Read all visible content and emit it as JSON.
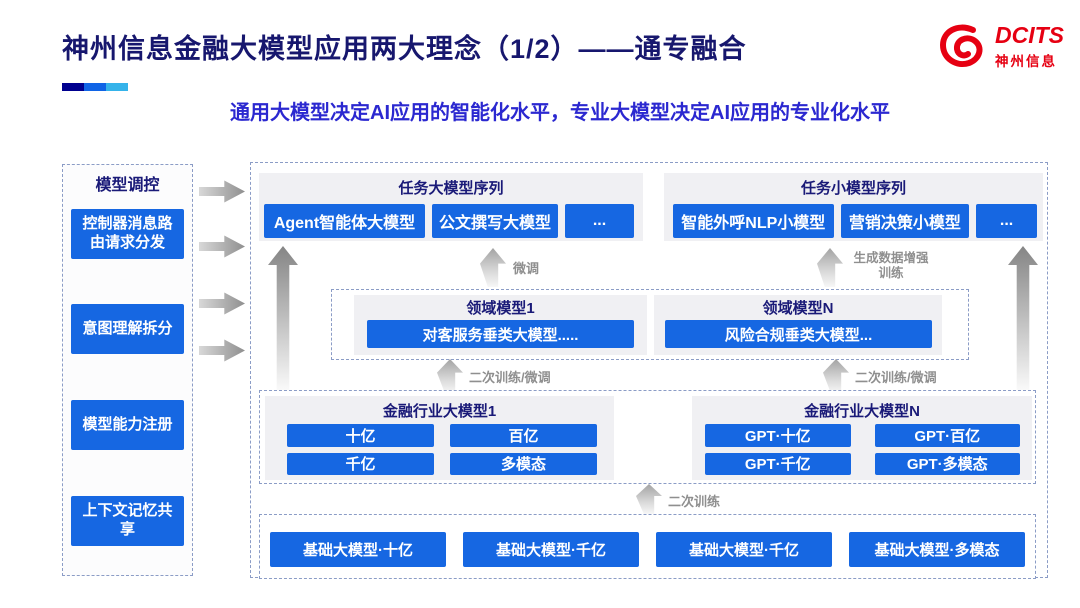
{
  "header": {
    "title": "神州信息金融大模型应用两大理念（1/2）——通专融合",
    "subtitle": "通用大模型决定AI应用的智能化水平，专业大模型决定AI应用的专业化水平",
    "logo_text": "DCITS",
    "logo_sub": "神州信息"
  },
  "sidebar": {
    "title": "模型调控",
    "items": [
      "控制器消息路由请求分发",
      "意图理解拆分",
      "模型能力注册",
      "上下文记忆共享"
    ]
  },
  "diagram": {
    "task_large": {
      "title": "任务大模型序列",
      "items": [
        "Agent智能体大模型",
        "公文撰写大模型",
        "..."
      ]
    },
    "task_small": {
      "title": "任务小模型序列",
      "items": [
        "智能外呼NLP小模型",
        "营销决策小模型",
        "..."
      ]
    },
    "domain1": {
      "title": "领域模型1",
      "item": "对客服务垂类大模型....."
    },
    "domainN": {
      "title": "领域模型N",
      "item": "风险合规垂类大模型..."
    },
    "industry1": {
      "title": "金融行业大模型1",
      "items": [
        "十亿",
        "百亿",
        "千亿",
        "多模态"
      ]
    },
    "industryN": {
      "title": "金融行业大模型N",
      "items": [
        "GPT·十亿",
        "GPT·百亿",
        "GPT·千亿",
        "GPT·多模态"
      ]
    },
    "base": {
      "items": [
        "基础大模型·十亿",
        "基础大模型·千亿",
        "基础大模型·千亿",
        "基础大模型·多模态"
      ]
    },
    "labels": {
      "finetune": "微调",
      "gen_data": "生成数据增强训练",
      "retrain_finetune": "二次训练/微调",
      "retrain": "二次训练"
    }
  },
  "colors": {
    "accent_blue": "#1667E2",
    "navy": "#1A1A78",
    "subtitle_blue": "#2B28D0",
    "logo_red": "#E60012",
    "bar_colors": [
      "#00008F",
      "#1064E6",
      "#35B3EA"
    ]
  }
}
